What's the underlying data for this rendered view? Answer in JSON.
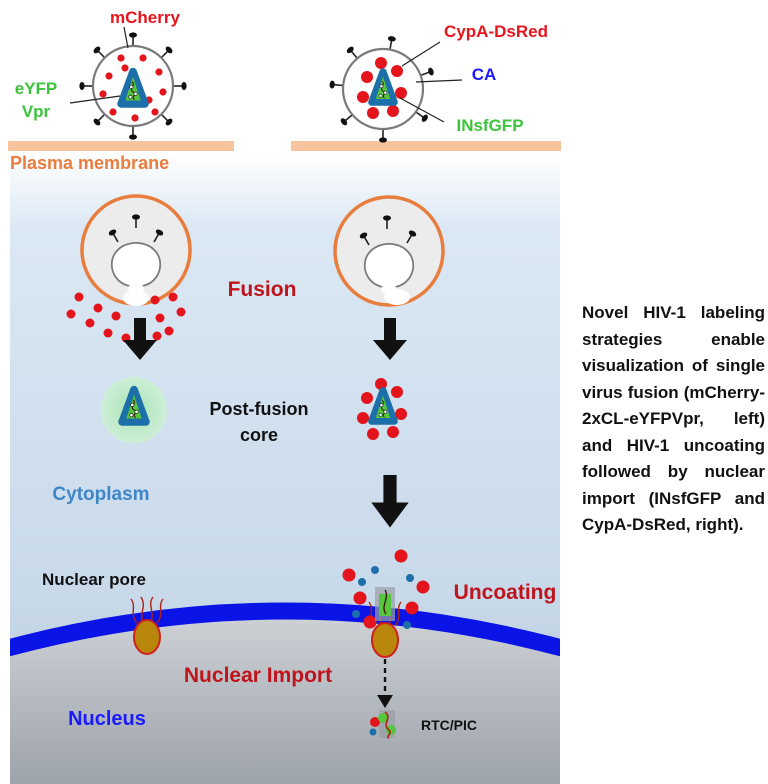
{
  "labels": {
    "mcherry": "mCherry",
    "eyfp": "eYFP",
    "vpr": "Vpr",
    "cypa_dsred": "CypA-DsRed",
    "ca": "CA",
    "insfgfp": "INsfGFP",
    "plasma_membrane": "Plasma membrane",
    "fusion": "Fusion",
    "post_fusion_line1": "Post-fusion",
    "post_fusion_line2": "core",
    "cytoplasm": "Cytoplasm",
    "nuclear_pore": "Nuclear pore",
    "uncoating": "Uncoating",
    "nuclear_import": "Nuclear Import",
    "nucleus": "Nucleus",
    "rtc_pic": "RTC/PIC"
  },
  "caption": "Novel HIV-1 labeling strategies enable visualization of single virus fusion (mCherry-2xCL-eYFPVpr, left) and HIV-1 uncoating followed by nuclear import (INsfGFP and CypA-DsRed, right).",
  "colors": {
    "red_label": "#e8141c",
    "dark_red_label": "#c0141c",
    "green_label": "#3cc43c",
    "blue_label": "#1a1aff",
    "membrane_orange": "#e87d3e",
    "membrane_peach": "#f7c49e",
    "cytoplasm_blue": "#3f86c6",
    "nucleus_blue": "#0a14e6"
  }
}
